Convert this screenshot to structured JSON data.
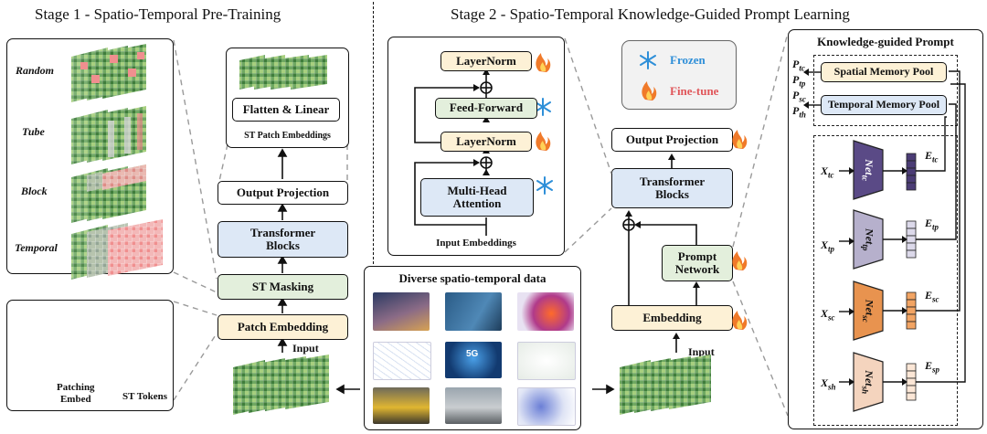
{
  "stage1": {
    "title": "Stage 1 - Spatio-Temporal Pre-Training",
    "masks": [
      "Random",
      "Tube",
      "Block",
      "Temporal"
    ],
    "patch_embed_label": "Patching\nEmbed",
    "st_tokens_label": "ST Tokens",
    "flatten_linear": "Flatten & Linear",
    "st_patch_embeddings": "ST Patch Embeddings",
    "output_projection": "Output Projection",
    "transformer_blocks": "Transformer\nBlocks",
    "st_masking": "ST Masking",
    "patch_embedding": "Patch Embedding",
    "input": "Input"
  },
  "stage2": {
    "title": "Stage 2 - Spatio-Temporal Knowledge-Guided Prompt Learning",
    "layernorm_top": "LayerNorm",
    "feed_forward": "Feed-Forward",
    "layernorm_mid": "LayerNorm",
    "mha": "Multi-Head\nAttention",
    "input_embeddings": "Input Embeddings",
    "legend": {
      "frozen": "Frozen",
      "finetune": "Fine-tune"
    },
    "output_projection": "Output Projection",
    "transformer_blocks": "Transformer\nBlocks",
    "prompt_network": "Prompt\nNetwork",
    "embedding": "Embedding",
    "input": "Input",
    "diverse_data": "Diverse spatio-temporal data",
    "thumb_5g": "5G"
  },
  "kgp": {
    "title": "Knowledge-guided Prompt",
    "spatial_pool": "Spatial Memory Pool",
    "temporal_pool": "Temporal Memory Pool",
    "p_labels": [
      "P",
      "P",
      "P",
      "P"
    ],
    "p_subs": [
      "tc",
      "tp",
      "sc",
      "th"
    ],
    "x_subs": [
      "tc",
      "tp",
      "sc",
      "sh"
    ],
    "net_subs": [
      "tc",
      "tp",
      "sc",
      "sh"
    ],
    "e_subs": [
      "tc",
      "tp",
      "sc",
      "sp"
    ],
    "x": "X",
    "e": "E",
    "net": "Net",
    "colors": [
      "#5a4a86",
      "#b6b0cc",
      "#e8934f",
      "#f4d4be"
    ]
  },
  "colors": {
    "blue_box": "#dde8f6",
    "green_box": "#e3efdc",
    "cream_box": "#fdf1d6",
    "frozen_text": "#2f8fd8",
    "finetune_text": "#e0565a",
    "fire": "#f07a2a",
    "snow": "#2e8fd8"
  }
}
